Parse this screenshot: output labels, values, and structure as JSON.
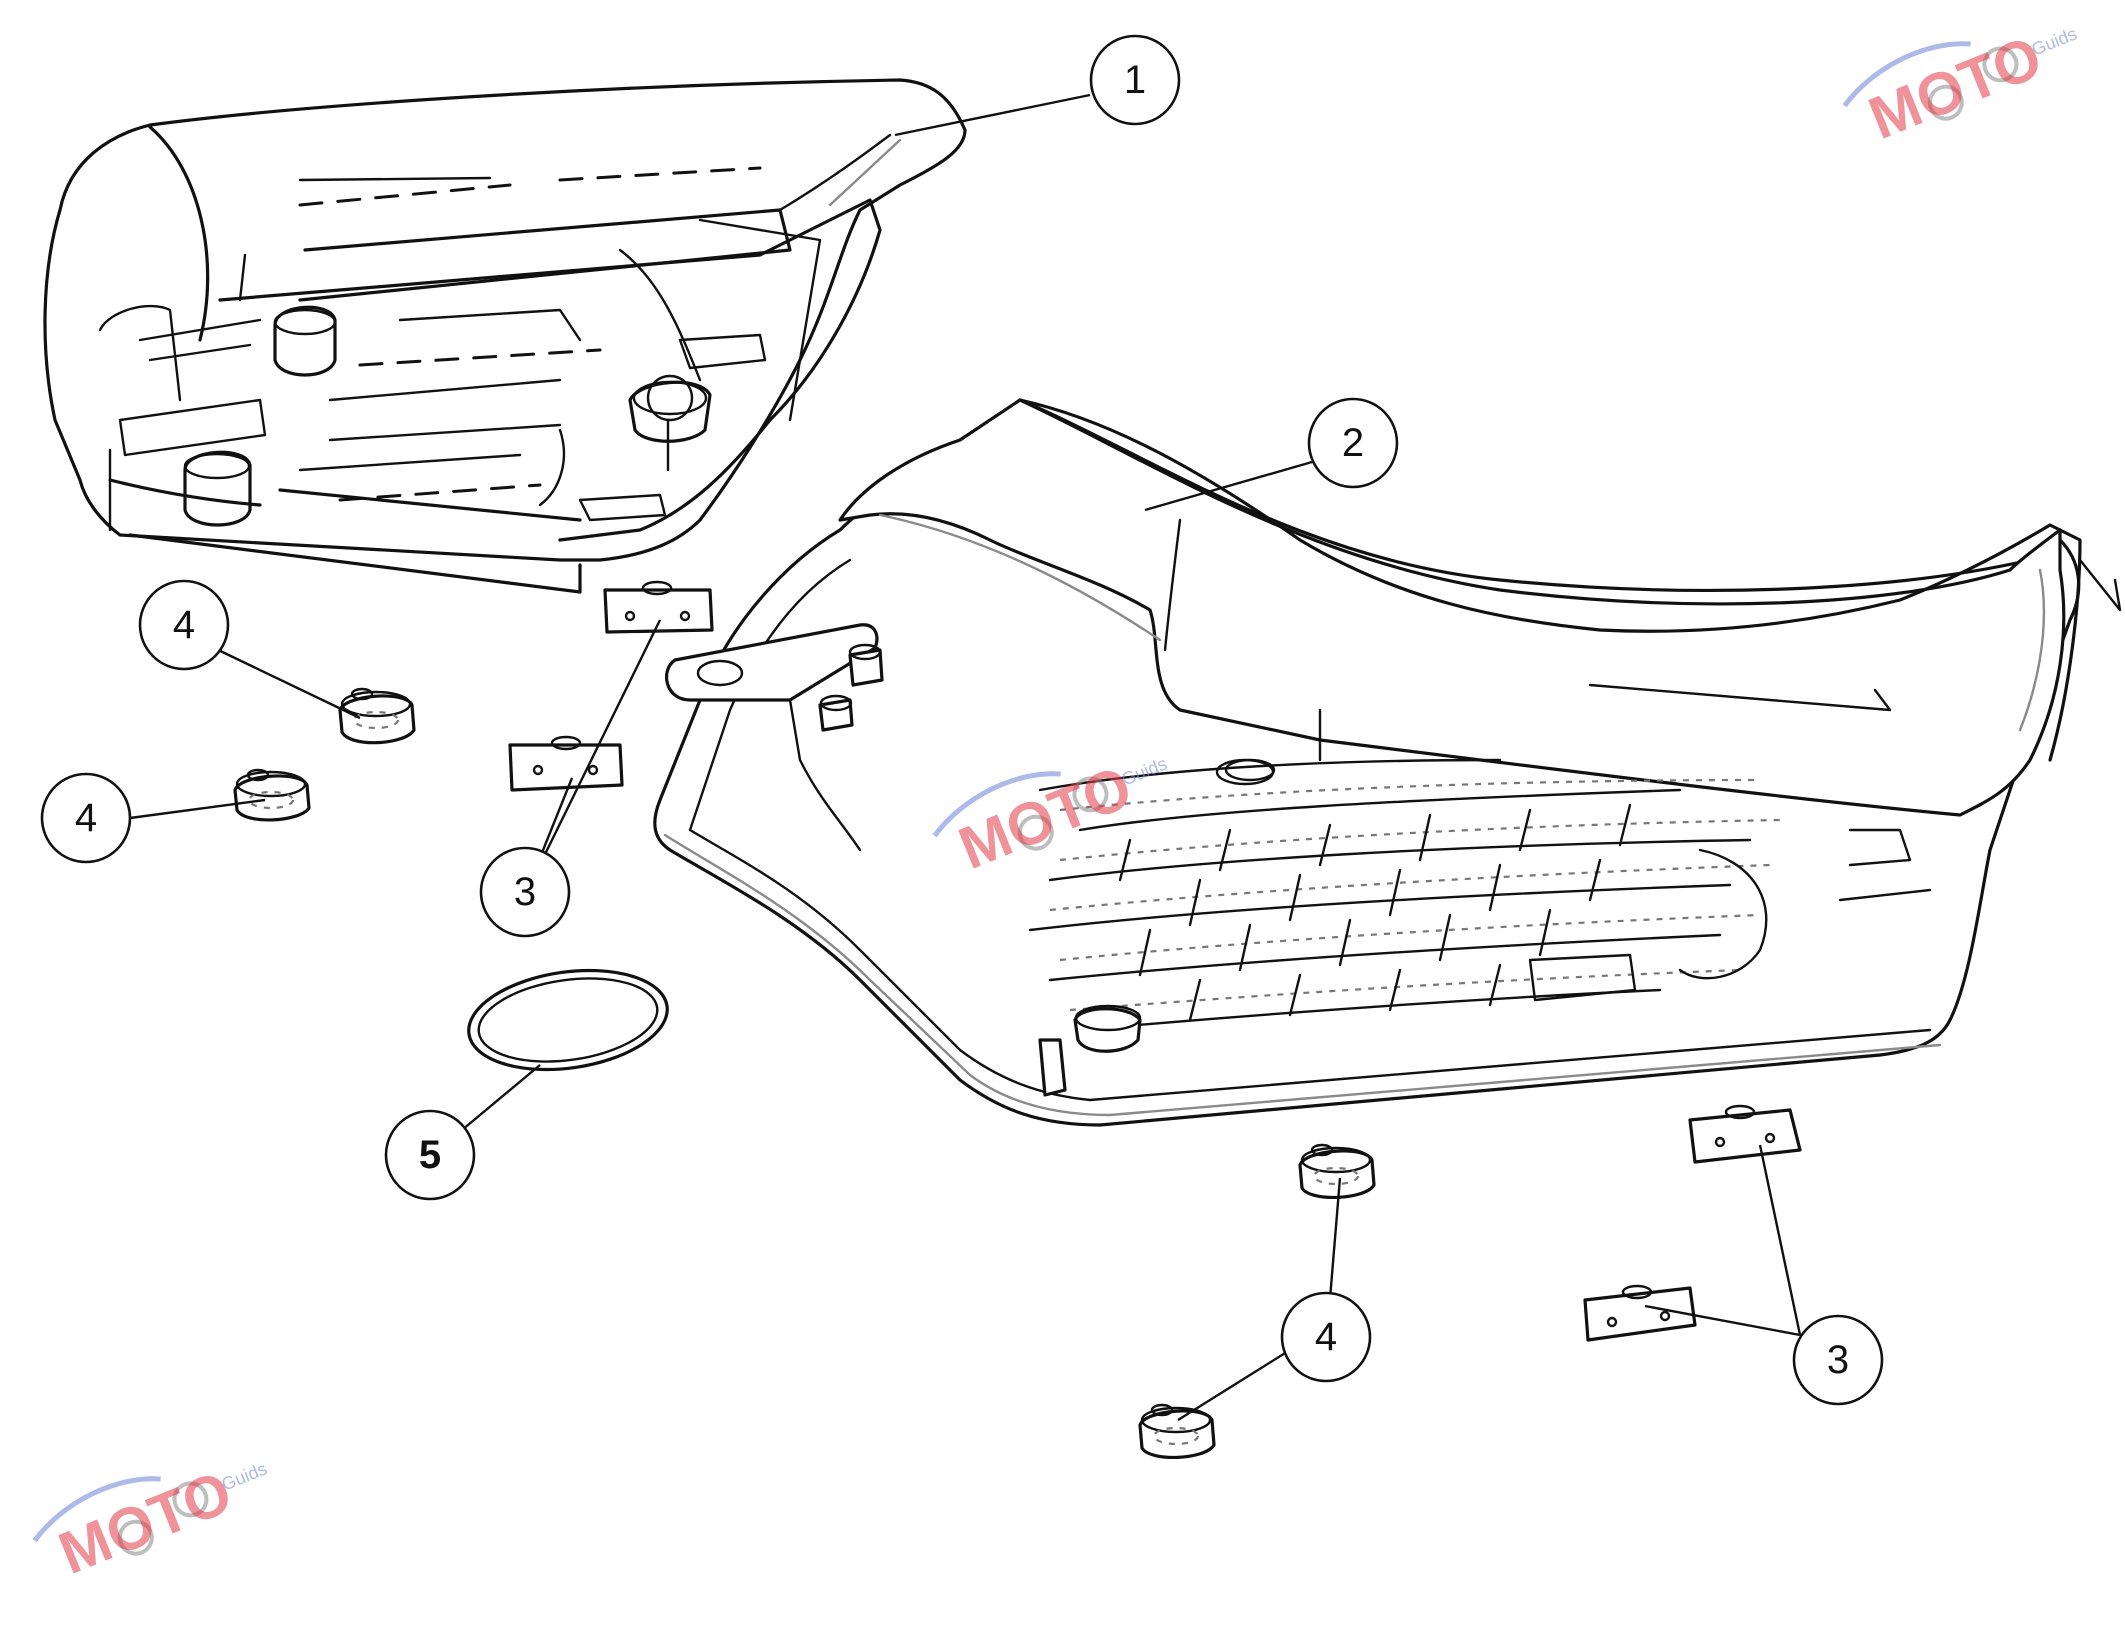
{
  "callouts": [
    {
      "id": "c1",
      "label": "1"
    },
    {
      "id": "c2",
      "label": "2"
    },
    {
      "id": "c3a",
      "label": "3"
    },
    {
      "id": "c3b",
      "label": "3"
    },
    {
      "id": "c4a",
      "label": "4"
    },
    {
      "id": "c4b",
      "label": "4"
    },
    {
      "id": "c4c",
      "label": "4"
    },
    {
      "id": "c5",
      "label": "5"
    }
  ],
  "watermark": {
    "brand": "MOTO",
    "sub": "Guids",
    "colors": {
      "brand": "#e23a46",
      "swoosh": "#6a7fd6",
      "gear": "#888888"
    }
  },
  "colors": {
    "line": "#111111",
    "secondary_line": "#8a8a8a",
    "background": "#ffffff"
  }
}
